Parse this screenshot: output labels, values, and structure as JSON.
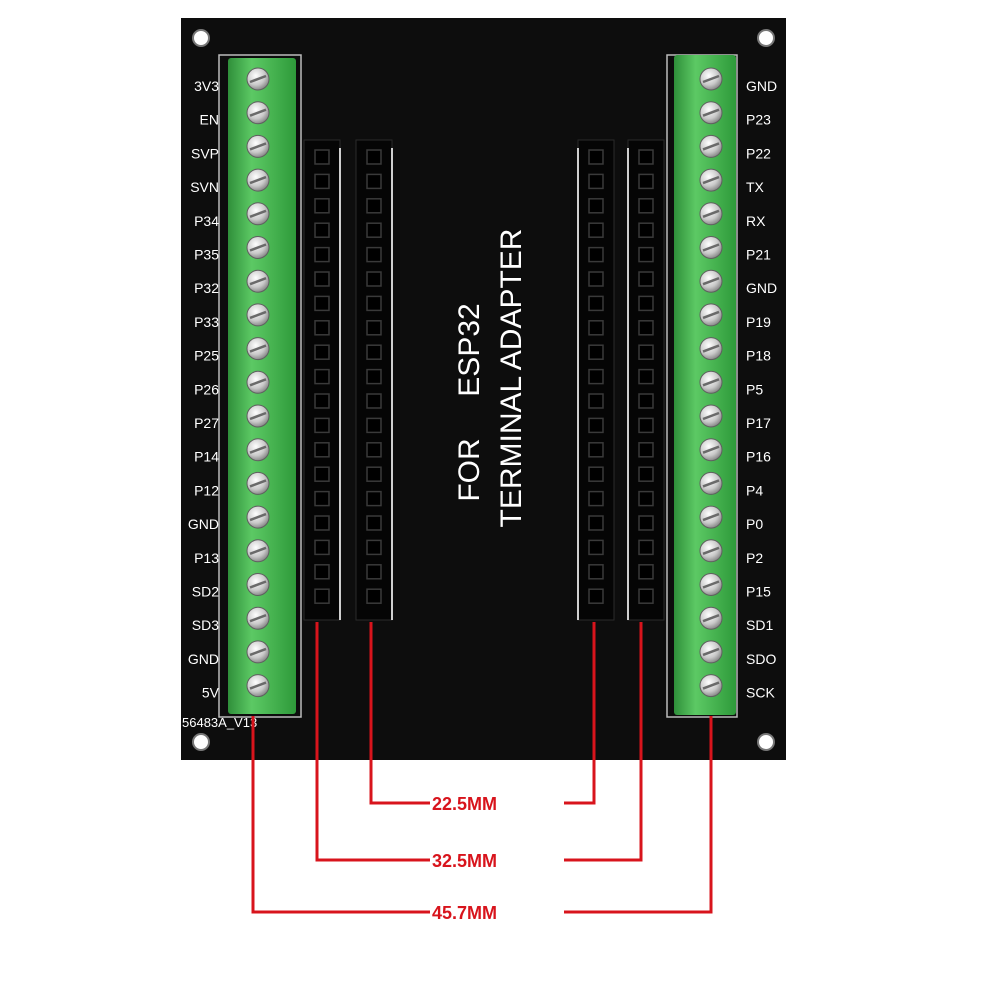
{
  "board": {
    "title_line1": "ESP32",
    "title_line2": "TERMINAL ADAPTER",
    "title_line3": "FOR",
    "part_number": "56483A_V13"
  },
  "left_pins": [
    "3V3",
    "EN",
    "SVP",
    "SVN",
    "P34",
    "P35",
    "P32",
    "P33",
    "P25",
    "P26",
    "P27",
    "P14",
    "P12",
    "GND",
    "P13",
    "SD2",
    "SD3",
    "GND",
    "5V"
  ],
  "right_pins": [
    "GND",
    "P23",
    "P22",
    "TX",
    "RX",
    "P21",
    "GND",
    "P19",
    "P18",
    "P5",
    "P17",
    "P16",
    "P4",
    "P0",
    "P2",
    "P15",
    "SD1",
    "SDO",
    "SCK"
  ],
  "dimensions": [
    "22.5MM",
    "32.5MM",
    "45.7MM"
  ],
  "colors": {
    "pcb": "#0d0d0d",
    "terminal": "#3fb04a",
    "dimension": "#d8141c"
  }
}
